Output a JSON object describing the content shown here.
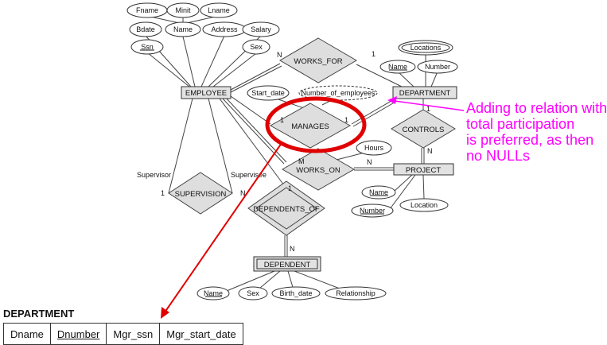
{
  "entities": {
    "employee": "EMPLOYEE",
    "department": "DEPARTMENT",
    "project": "PROJECT",
    "dependent": "DEPENDENT"
  },
  "relationships": {
    "works_for": "WORKS_FOR",
    "manages": "MANAGES",
    "controls": "CONTROLS",
    "works_on": "WORKS_ON",
    "supervision": "SUPERVISION",
    "dependents_of": "DEPENDENTS_OF"
  },
  "attributes": {
    "fname": "Fname",
    "minit": "Minit",
    "lname": "Lname",
    "bdate": "Bdate",
    "name": "Name",
    "address": "Address",
    "salary": "Salary",
    "ssn": "Ssn",
    "sex": "Sex",
    "locations": "Locations",
    "dept_name": "Name",
    "dept_number": "Number",
    "start_date": "Start_date",
    "number_of_employees": "Number_of_employees",
    "hours": "Hours",
    "proj_name": "Name",
    "proj_number": "Number",
    "location": "Location",
    "dep_name": "Name",
    "dep_sex": "Sex",
    "birth_date": "Birth_date",
    "relationship": "Relationship"
  },
  "cardinalities": {
    "works_for_emp": "N",
    "works_for_dept": "1",
    "manages_emp": "1",
    "manages_dept": "1",
    "controls_dept": "1",
    "controls_proj": "N",
    "works_on_emp": "M",
    "works_on_proj": "N",
    "supervision_supervisor": "1",
    "supervision_supervisee": "N",
    "dependents_emp": "1",
    "dependents_dep": "N"
  },
  "roles": {
    "supervisor": "Supervisor",
    "supervisee": "Supervisee"
  },
  "note": {
    "line1": "Adding to relation with",
    "line2": "total participation",
    "line3": "is preferred, as then",
    "line4": "no NULLs"
  },
  "colors": {
    "note": "#ff00ff",
    "highlight": "#e00000"
  },
  "relation_table": {
    "title": "DEPARTMENT",
    "columns": [
      "Dname",
      "Dnumber",
      "Mgr_ssn",
      "Mgr_start_date"
    ],
    "key_column": "Dnumber"
  }
}
